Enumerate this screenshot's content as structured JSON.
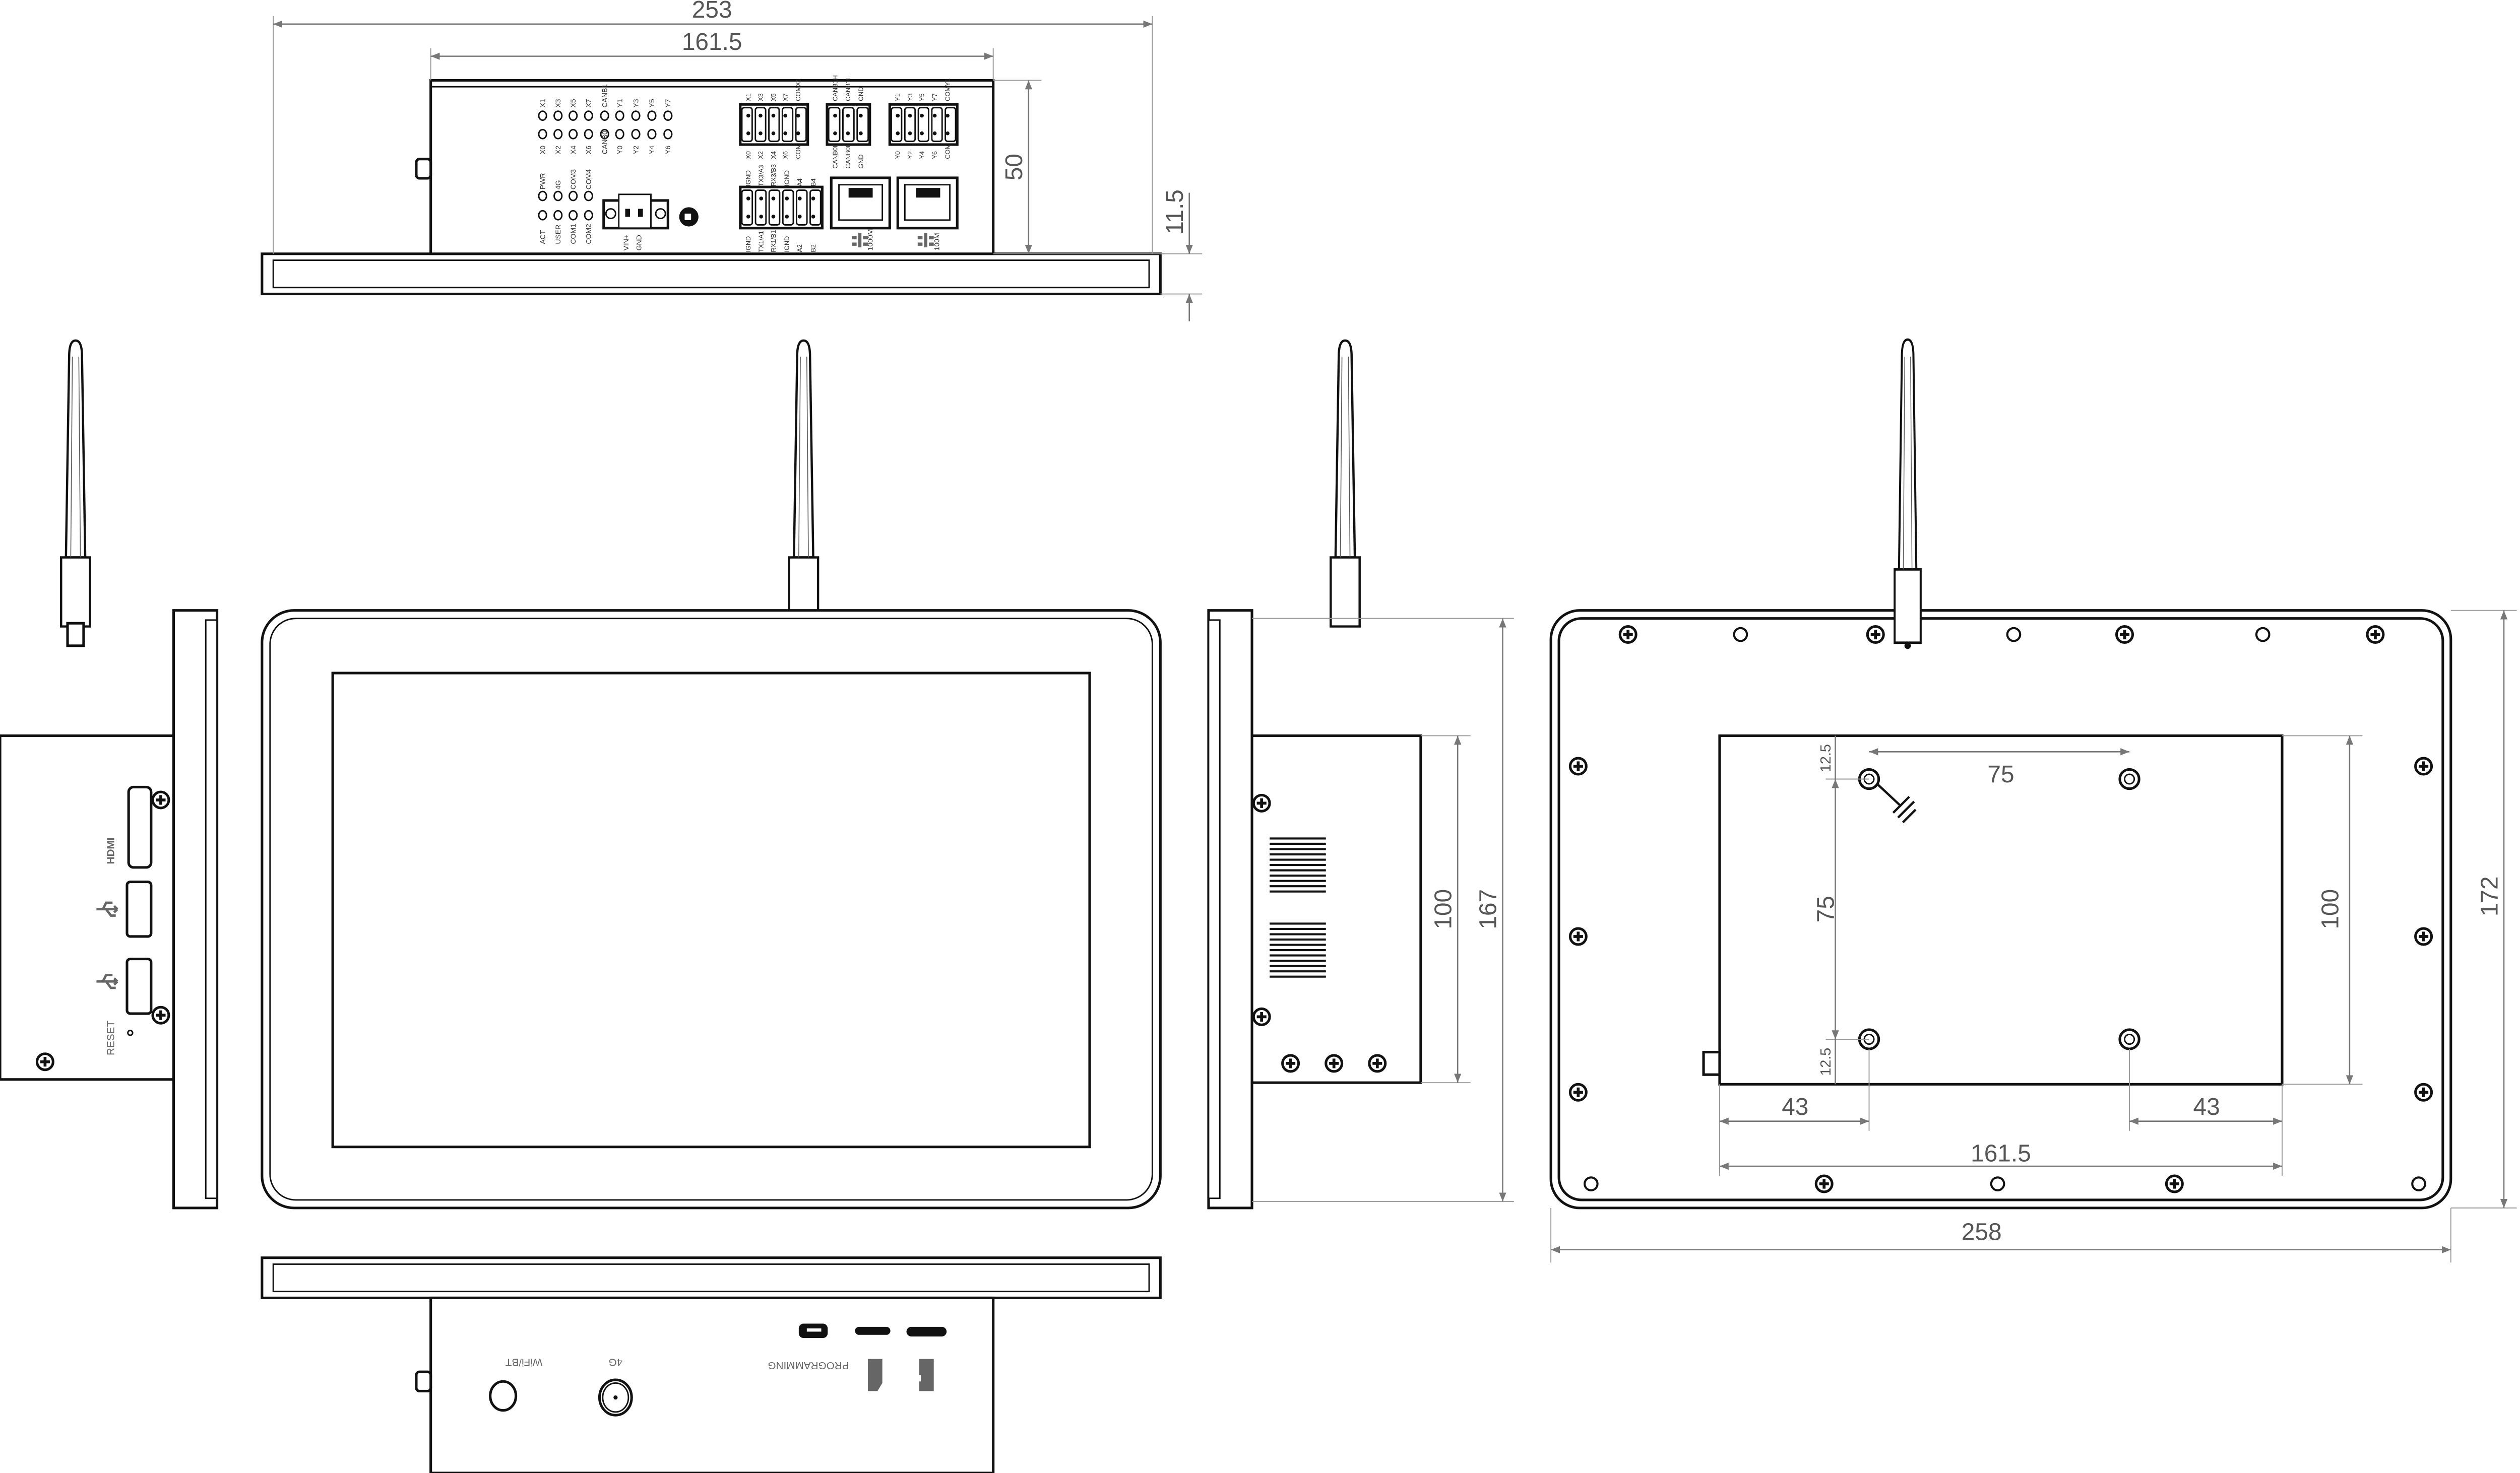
{
  "dimensions": {
    "top_overall_width": "253",
    "top_body_width": "161.5",
    "top_body_depth": "50",
    "top_panel_thickness": "11.5",
    "side_body_height": "100",
    "side_overall_height": "167",
    "back_hole_spacing_h": "75",
    "back_hole_spacing_v": "75",
    "back_hole_offset_top": "12.5",
    "back_hole_offset_bottom": "12.5",
    "back_hole_offset_left": "43",
    "back_hole_offset_right": "43",
    "back_plate_width": "161.5",
    "back_plate_height": "100",
    "back_overall_height": "172",
    "back_overall_width": "258"
  },
  "top_view": {
    "led_upper_labels": [
      "X1",
      "X3",
      "X5",
      "X7",
      "CANB1",
      "Y1",
      "Y3",
      "Y5",
      "Y7"
    ],
    "led_lower_labels": [
      "X0",
      "X2",
      "X4",
      "X6",
      "CANB0",
      "Y0",
      "Y2",
      "Y4",
      "Y6"
    ],
    "status_upper_labels": [
      "PWR",
      "4G",
      "COM3",
      "COM4"
    ],
    "status_lower_labels": [
      "ACT",
      "USER",
      "COM1",
      "COM2"
    ],
    "power_labels": [
      "VIN+",
      "GND"
    ],
    "x_terminal_top": [
      "X1",
      "X3",
      "X5",
      "X7",
      "COMX1"
    ],
    "x_terminal_bottom": [
      "X0",
      "X2",
      "X4",
      "X6",
      "COMX0"
    ],
    "can_terminal_top": [
      "CANB1H",
      "CANB1L",
      "GND"
    ],
    "can_terminal_bottom": [
      "CANB0H",
      "CANB0L",
      "GND"
    ],
    "y_terminal_top": [
      "Y1",
      "Y3",
      "Y5",
      "Y7",
      "COMY1"
    ],
    "y_terminal_bottom": [
      "Y0",
      "Y2",
      "Y4",
      "Y6",
      "COMY0"
    ],
    "serial_terminal_top": [
      "IGND",
      "TX3/A3",
      "RX3/B3",
      "IGND",
      "A4",
      "B4"
    ],
    "serial_terminal_bottom": [
      "IGND",
      "TX1/A1",
      "RX1/B1",
      "IGND",
      "A2",
      "B2"
    ],
    "ethernet_labels": [
      "1000M",
      "100M"
    ]
  },
  "left_view": {
    "hdmi_label": "HDMI",
    "reset_label": "RESET",
    "usb_icon": "usb-icon"
  },
  "bottom_view": {
    "wifi_label": "WiFi/BT",
    "lte_label": "4G",
    "programming_label": "PROGRAMMING"
  }
}
